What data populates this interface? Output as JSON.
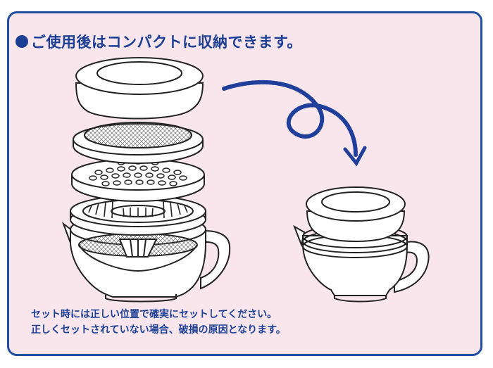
{
  "heading": {
    "bullet_icon": "filled-circle-bullet",
    "text": "ご使用後はコンパクトに収納できます。"
  },
  "illustrations": {
    "exploded_set": "exploded-view-of-juicer-set",
    "arrow": "curly-arrow-icon",
    "stored_set": "compact-stored-juicer-set"
  },
  "notes": {
    "line1": "セット時には正しい位置で確実にセットしてください。",
    "line2": "正しくセットされていない場合、破損の原因となります。"
  },
  "colors": {
    "border": "#1f4fa0",
    "background": "#f9e6ec",
    "text": "#1c3f95",
    "line_art": "#222222"
  }
}
